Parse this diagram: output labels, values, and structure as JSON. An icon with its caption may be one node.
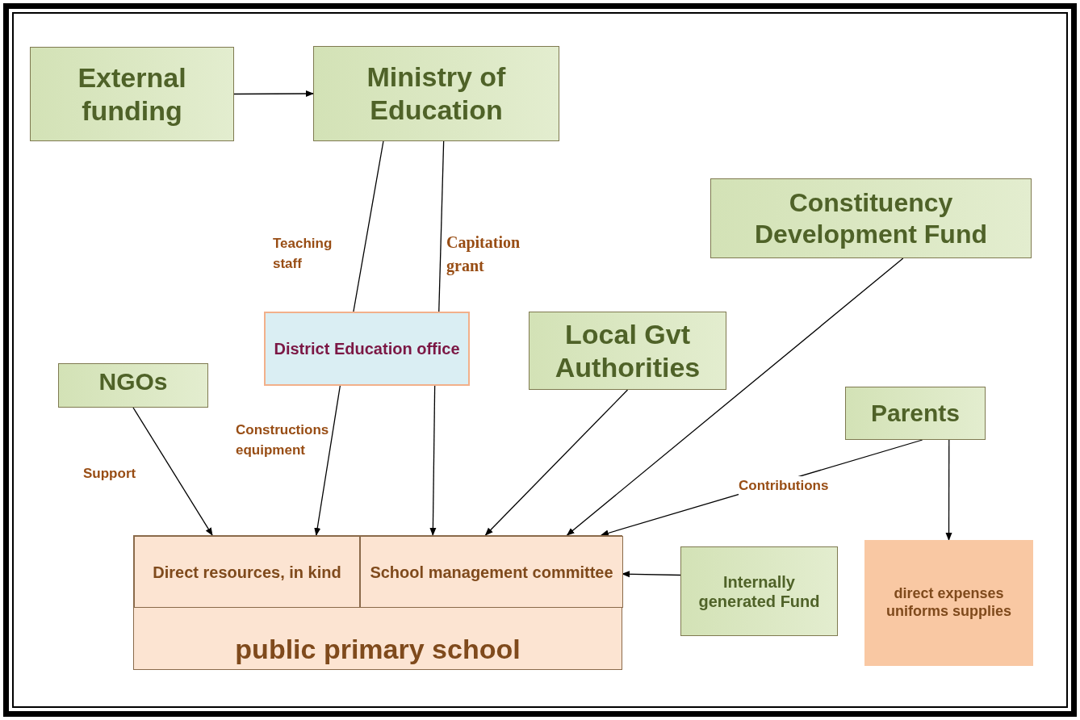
{
  "diagram": {
    "nodes": [
      {
        "text": [
          "External funding"
        ]
      },
      {
        "text": [
          "Ministry of Education"
        ]
      },
      {
        "text": [
          "Constituency Development Fund"
        ]
      },
      {
        "text": [
          "District Education office"
        ]
      },
      {
        "text": [
          "Local  Gvt Authorities"
        ]
      },
      {
        "text": [
          "NGOs"
        ]
      },
      {
        "text": [
          "Parents"
        ]
      },
      {
        "text": [
          "public primary school"
        ]
      },
      {
        "text": [
          "Direct resources, in kind"
        ],
        "in": 7
      },
      {
        "text": [
          "School management committee"
        ],
        "in": 7
      },
      {
        "text": [
          "Internally generated Fund"
        ]
      },
      {
        "text": [
          "direct expenses uniforms supplies"
        ]
      }
    ],
    "edges": [
      {
        "from": 0,
        "to": 1,
        "arrow": "to"
      },
      {
        "from": 1,
        "to": 3,
        "arrow": "none",
        "label": "Teaching staff"
      },
      {
        "from": 1,
        "to": 3,
        "arrow": "none",
        "label": "Capitation grant"
      },
      {
        "from": 3,
        "to": 8,
        "arrow": "to",
        "label": "Constructions equipment"
      },
      {
        "from": 3,
        "to": 9,
        "arrow": "to"
      },
      {
        "from": 5,
        "to": 8,
        "arrow": "to",
        "label": "Support"
      },
      {
        "from": 4,
        "to": 9,
        "arrow": "to"
      },
      {
        "from": 2,
        "to": 9,
        "arrow": "to"
      },
      {
        "from": 6,
        "to": 9,
        "arrow": "to",
        "label": "Contributions"
      },
      {
        "from": 10,
        "to": 9,
        "arrow": "to"
      },
      {
        "from": 6,
        "to": 11,
        "arrow": "to"
      }
    ]
  }
}
